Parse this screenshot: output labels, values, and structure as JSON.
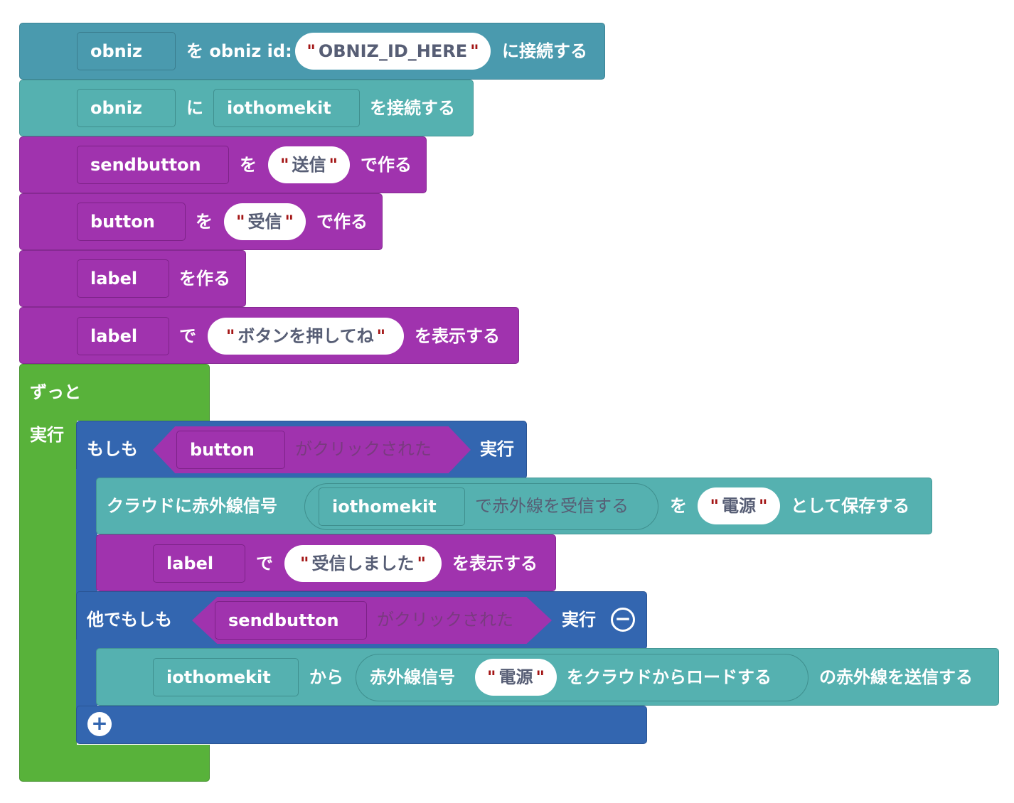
{
  "b1": {
    "var": "obniz",
    "text": "を obniz id:",
    "str": "OBNIZ_ID_HERE",
    "suffix": "に接続する"
  },
  "b2": {
    "var": "obniz",
    "mid": "に",
    "var2": "iothomekit",
    "suffix": "を接続する"
  },
  "b3": {
    "var": "sendbutton",
    "mid": "を",
    "str": "送信",
    "suffix": "で作る"
  },
  "b4": {
    "var": "button",
    "mid": "を",
    "str": "受信",
    "suffix": "で作る"
  },
  "b5": {
    "var": "label",
    "suffix": "を作る"
  },
  "b6": {
    "var": "label",
    "mid": "で",
    "str": "ボタンを押してね",
    "suffix": "を表示する"
  },
  "forever": {
    "label": "ずっと",
    "do": "実行"
  },
  "if": {
    "label": "もしも",
    "var": "button",
    "cond": "がクリックされた",
    "do": "実行"
  },
  "save": {
    "label": "クラウドに赤外線信号",
    "var": "iothomekit",
    "recv": "で赤外線を受信する",
    "mid": "を",
    "str": "電源",
    "suffix": "として保存する"
  },
  "show": {
    "var": "label",
    "mid": "で",
    "str": "受信しました",
    "suffix": "を表示する"
  },
  "elseif": {
    "label": "他でもしも",
    "var": "sendbutton",
    "cond": "がクリックされた",
    "do": "実行"
  },
  "send": {
    "var": "iothomekit",
    "mid": "から",
    "sig": "赤外線信号",
    "str": "電源",
    "load": "をクラウドからロードする",
    "suffix": "の赤外線を送信する"
  },
  "quote": "\""
}
